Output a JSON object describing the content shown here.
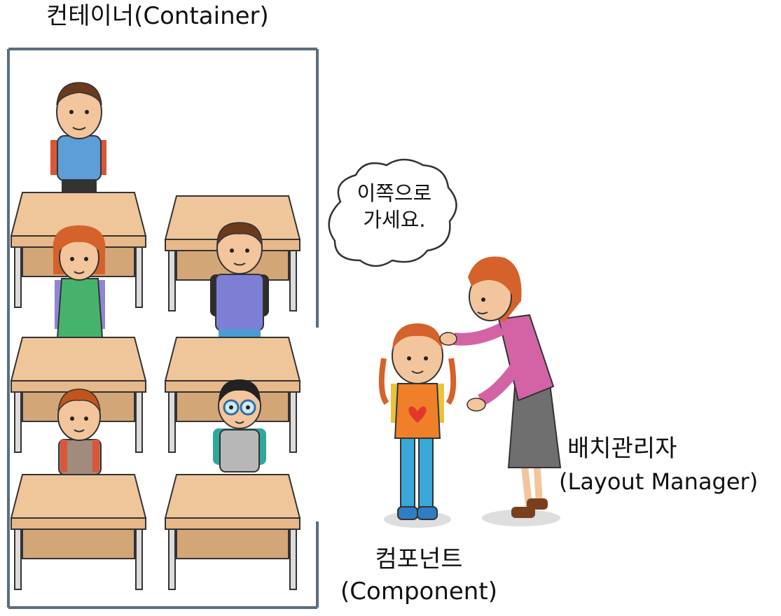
{
  "labels": {
    "container": "컨테이너(Container)",
    "speech": "이쪽으로\n가세요.",
    "speech_line1": "이쪽으로",
    "speech_line2": "가세요.",
    "layout_manager_ko": "배치관리자",
    "layout_manager_en": "(Layout Manager)",
    "component_ko": "컴포넌트",
    "component_en": "(Component)"
  },
  "colors": {
    "container_border": "#5a6e80",
    "desk_top": "#efc69a",
    "desk_panel": "#d3a678",
    "teacher_jacket": "#d463a6",
    "teacher_skirt": "#6f6f6f",
    "hair": "#d4622a",
    "girl_shirt": "#f07f2a",
    "girl_jeans": "#3aa7d9"
  },
  "people_in_container": [
    {
      "shirt": "#5b9ed8",
      "hair": "#6a3a1e",
      "pants": "#333333"
    },
    {
      "shirt": "#47b36a",
      "hair": "#d4622a"
    },
    {
      "shirt": "#7d7fd4",
      "hair": "#6a3a1e"
    },
    {
      "shirt": "#a08b7d",
      "hair": "#c2551e"
    },
    {
      "shirt": "#b7b7b7",
      "hair": "#222222"
    }
  ],
  "icons": [
    "speech-bubble-icon",
    "teacher-icon",
    "girl-icon"
  ]
}
